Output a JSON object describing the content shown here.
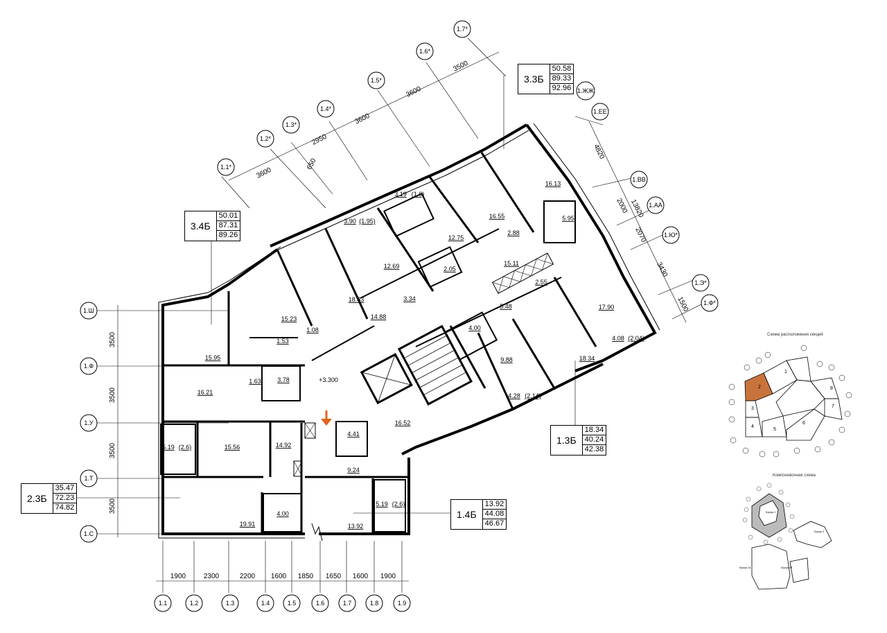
{
  "apartment_boxes": [
    {
      "id": "3.3Б",
      "values": [
        "50.58",
        "89.33",
        "92.96"
      ]
    },
    {
      "id": "3.4Б",
      "values": [
        "50.01",
        "87.31",
        "89.26"
      ]
    },
    {
      "id": "2.3Б",
      "values": [
        "35.47",
        "72.23",
        "74.82"
      ]
    },
    {
      "id": "1.4Б",
      "values": [
        "13.92",
        "44.08",
        "46.67"
      ]
    },
    {
      "id": "1.3Б",
      "values": [
        "18.34",
        "40.24",
        "42.38"
      ]
    }
  ],
  "axes_left": [
    "1.Ш",
    "1.Ф",
    "1.У",
    "1.Т",
    "1.С"
  ],
  "axes_bottom": [
    "1.1",
    "1.2",
    "1.3",
    "1.4",
    "1.5",
    "1.6",
    "1.7",
    "1.8",
    "1.9"
  ],
  "axes_top": [
    "1.1*",
    "1.2*",
    "1.3*",
    "1.4*",
    "1.5*",
    "1.6*",
    "1.7*"
  ],
  "axes_right": [
    "1.ЖЖ",
    "1.ЕЕ",
    "1.ВВ",
    "1.АА",
    "1.Ю*",
    "1.Э*",
    "1.Ф*"
  ],
  "dims_left": [
    "3500",
    "3500",
    "3500",
    "3500"
  ],
  "dims_bottom": [
    "1900",
    "2300",
    "2200",
    "1600",
    "1850",
    "1650",
    "1600",
    "1900"
  ],
  "dims_top": [
    "3600",
    "650",
    "2950",
    "3600",
    "3600",
    "3500"
  ],
  "dims_right": [
    "4820",
    "2000",
    "13820",
    "2070",
    "3430",
    "1500"
  ],
  "rooms": [
    "16.13",
    "16.55",
    "2.88",
    "5.95",
    "12.75",
    "15.11",
    "2.55",
    "3.19",
    "(1.6)",
    "3.90",
    "(1.95)",
    "12.69",
    "2.05",
    "18.83",
    "3.34",
    "14.88",
    "15.23",
    "1.08",
    "1.53",
    "5.48",
    "17.90",
    "4.00",
    "4.08",
    "(2.04)",
    "9.88",
    "18.34",
    "4.28",
    "(2.14)",
    "15.95",
    "1.63",
    "3.78",
    "+3.300",
    "16.21",
    "16.52",
    "5.19",
    "(2.6)",
    "15.56",
    "14.92",
    "4.41",
    "9.24",
    "5.19",
    "(2.6)",
    "19.91",
    "4.00",
    "13.92"
  ],
  "inset_top": {
    "caption": "Схема расположения секций",
    "sections": [
      "1",
      "2",
      "3",
      "4",
      "5",
      "6",
      "7",
      "8"
    ]
  },
  "inset_bottom": {
    "caption": "Компоновочная схема",
    "labels": [
      "Корпус 1",
      "Корпус 2а",
      "Корпус 2б",
      "Корпус 3"
    ]
  },
  "colors": {
    "highlight": "#c9733c",
    "arrow": "#e0641a",
    "line": "#000000"
  }
}
